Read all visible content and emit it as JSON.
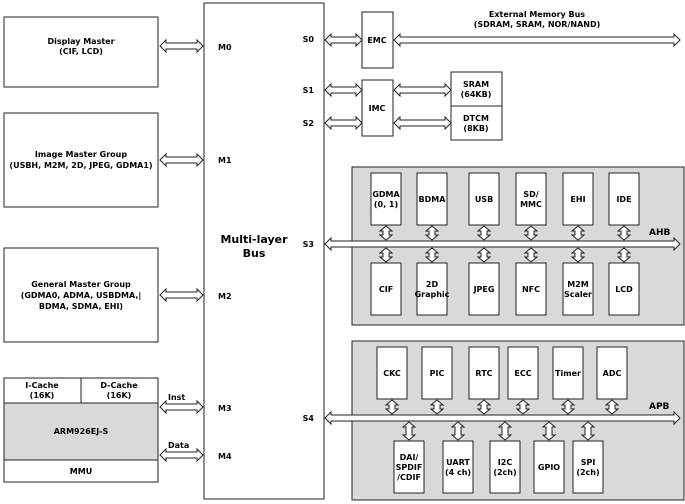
{
  "masters": {
    "display": {
      "title": "Display Master",
      "sub": "(CIF, LCD)"
    },
    "image": {
      "title": "Image Master Group",
      "sub": "(USBH, M2M, 2D, JPEG, GDMA1)"
    },
    "general": {
      "title": "General Master Group",
      "sub1": "(GDMA0, ADMA, USBDMA,|",
      "sub2": "BDMA, SDMA,  EHI)"
    }
  },
  "cpu": {
    "icache": "I-Cache",
    "icache_size": "(16K)",
    "dcache": "D-Cache",
    "dcache_size": "(16K)",
    "core": "ARM926EJ-S",
    "mmu": "MMU",
    "inst": "Inst",
    "data": "Data"
  },
  "bus": {
    "line1": "Multi-layer",
    "line2": "Bus",
    "ports_m": [
      "M0",
      "M1",
      "M2",
      "M3",
      "M4"
    ],
    "ports_s": [
      "S0",
      "S1",
      "S2",
      "S3",
      "S4"
    ]
  },
  "memory": {
    "ext_title": "External Memory Bus",
    "ext_sub": "(SDRAM, SRAM, NOR/NAND)",
    "emc": "EMC",
    "imc": "IMC",
    "sram": "SRAM",
    "sram_size": "(64KB)",
    "dtcm": "DTCM",
    "dtcm_size": "(8KB)"
  },
  "ahb": {
    "label": "AHB",
    "top": [
      [
        "GDMA",
        "(0, 1)"
      ],
      [
        "BDMA"
      ],
      [
        "USB"
      ],
      [
        "SD/",
        "MMC"
      ],
      [
        "EHI"
      ],
      [
        "IDE"
      ]
    ],
    "bottom": [
      [
        "CIF"
      ],
      [
        "2D",
        "Graphic"
      ],
      [
        "JPEG"
      ],
      [
        "NFC"
      ],
      [
        "M2M",
        "Scaler"
      ],
      [
        "LCD"
      ]
    ]
  },
  "apb": {
    "label": "APB",
    "top": [
      [
        "CKC"
      ],
      [
        "PIC"
      ],
      [
        "RTC"
      ],
      [
        "ECC"
      ],
      [
        "Timer"
      ],
      [
        "ADC"
      ]
    ],
    "bottom": [
      [
        "DAI/",
        "SPDIF",
        "/CDIF"
      ],
      [
        "UART",
        "(4 ch)"
      ],
      [
        "I2C",
        "(2ch)"
      ],
      [
        "GPIO"
      ],
      [
        "SPI",
        "(2ch)"
      ]
    ]
  }
}
